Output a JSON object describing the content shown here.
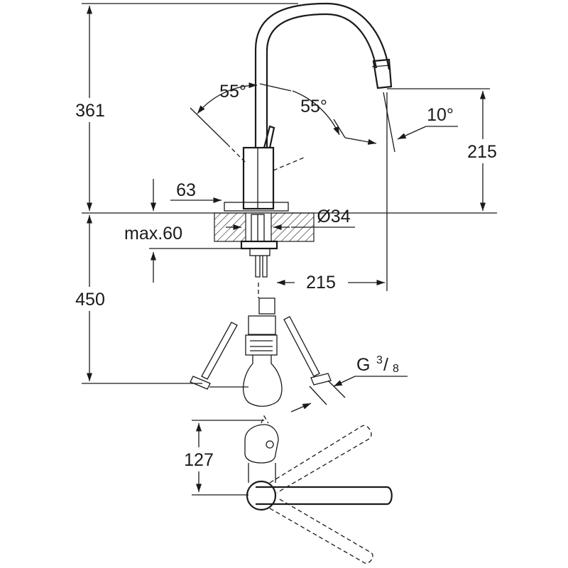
{
  "dimensions": {
    "height_total": "361",
    "height_spout": "215",
    "reach": "215",
    "lever_angle_left": "55°",
    "lever_angle_right": "55°",
    "spout_angle": "10°",
    "base_height": "63",
    "diameter": "Ø34",
    "max_thickness": "max.60",
    "hose_length": "450",
    "thread": "G",
    "thread_fraction_num": "3",
    "thread_fraction_den": "8",
    "top_view_depth": "127"
  },
  "colors": {
    "line": "#1a1a1a",
    "background": "#ffffff"
  }
}
